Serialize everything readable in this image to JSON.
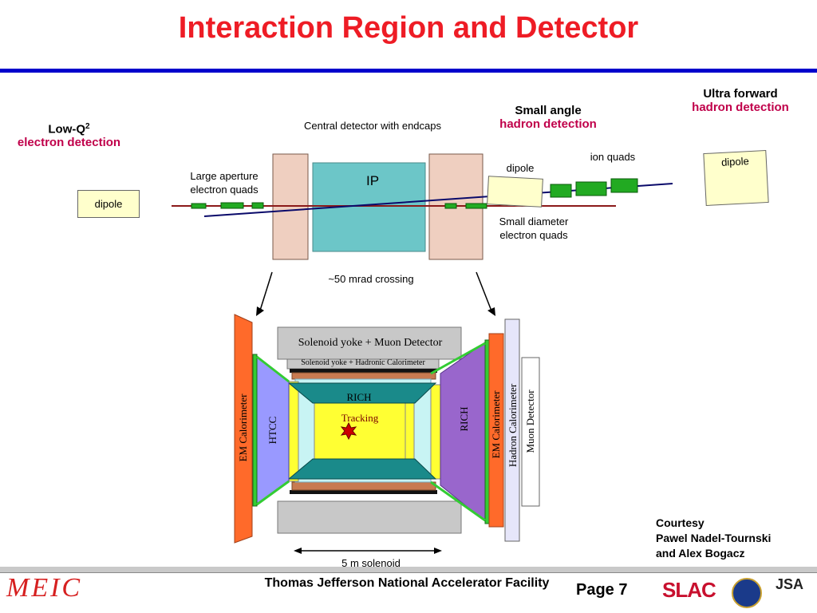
{
  "title": "Interaction Region and Detector",
  "top_labels": {
    "low_q_a": "Low-Q",
    "low_q_sup": "2",
    "low_q_b": "electron detection",
    "central": "Central detector with endcaps",
    "small_angle_a": "Small angle",
    "small_angle_b": "hadron detection",
    "ultra_a": "Ultra forward",
    "ultra_b": "hadron detection",
    "large_ap_1": "Large aperture",
    "large_ap_2": "electron quads",
    "ip": "IP",
    "dipole_left": "dipole",
    "dipole_mid": "dipole",
    "dipole_right": "dipole",
    "ion_quads": "ion quads",
    "small_diam_1": "Small diameter",
    "small_diam_2": "electron quads",
    "crossing": "~50  mrad crossing"
  },
  "detector": {
    "yoke_muon": "Solenoid yoke + Muon Detector",
    "yoke_hcal": "Solenoid yoke + Hadronic Calorimeter",
    "rich_top": "RICH",
    "tracking": "Tracking",
    "em_cal_left": "EM Calorimeter",
    "htcc": "HTCC",
    "rich_right": "RICH",
    "em_cal_right": "EM Calorimeter",
    "hadron_cal": "Hadron Calorimeter",
    "muon_det": "Muon Detector",
    "solenoid": "5 m solenoid"
  },
  "courtesy": [
    "Courtesy",
    "Pawel Nadel-Tournski",
    "and Alex Bogacz"
  ],
  "footer": {
    "center": "Thomas Jefferson National Accelerator Facility",
    "page": "Page 7",
    "meic_logo": "MEIC",
    "slac_logo": "SLAC",
    "jsa_logo": "JSA"
  },
  "colors": {
    "title": "#ee1c25",
    "rule": "#0000cc",
    "accent_red": "#c0004a"
  }
}
